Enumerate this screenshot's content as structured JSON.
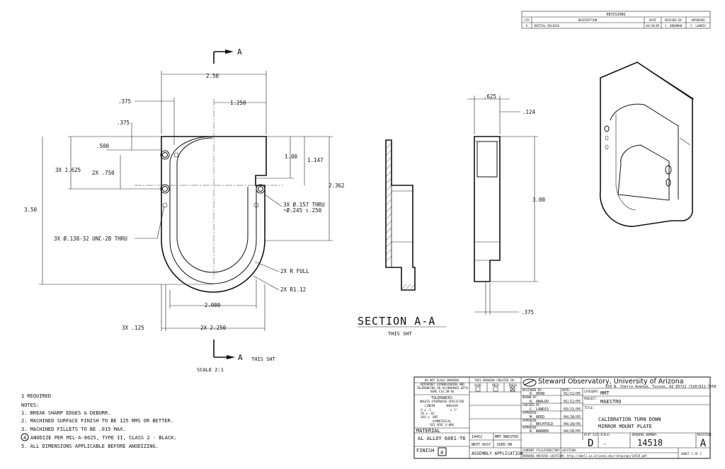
{
  "revisions": {
    "title": "REVISIONS",
    "headers": [
      "LTR",
      "DESCRIPTION",
      "DATE",
      "REVISED BY",
      "APPROVED"
    ],
    "rows": [
      [
        "A",
        "INITIAL RELEASE",
        "04/28/05",
        "J. BRENNAN",
        "C. LANDIS"
      ]
    ]
  },
  "views": {
    "section_marker": "A",
    "section_title": "SECTION A-A",
    "section_sub": "THIS SHT",
    "bottom_marker": "A",
    "bottom_marker_sub": "THIS SHT",
    "scale": "SCALE 2:1"
  },
  "dims": {
    "d250": "2.50",
    "d375a": ".375",
    "d1250": "1.250",
    "d375b": ".375",
    "d500": ".500",
    "d1625": "3X 1.625",
    "d750": "2X .750",
    "d100": "1.00",
    "d1147": "1.147",
    "d2362": "2.362",
    "d350": "3.50",
    "hole157": "3X Ø.157 THRU",
    "hole245": "⌔Ø.245 ↧.250",
    "thread": "3X Ø.138-32 UNC-2B THRU",
    "rfull": "2X R FULL",
    "r112": "2X R1.12",
    "d2000": "2.000",
    "d125": "3X .125",
    "d2250": "2X 2.250",
    "d625": ".625",
    "d124": ".124",
    "d300": "3.00",
    "d375c": ".375"
  },
  "notes": {
    "required": "1 REQUIRED",
    "header": "NOTES:",
    "items": [
      "1. BREAK SHARP EDGES & DEBURR.",
      "2. MACHINED SURFACE FINISH TO BE 125 RMS OR BETTER.",
      "3. MACHINED FILLETS TO BE .015 MAX.",
      "ANODIZE PER MIL-A-8625, TYPE II, CLASS 2 - BLACK.",
      "5. ALL DIMENSIONS APPLICABLE BEFORE ANODIZING."
    ],
    "flag": "4"
  },
  "title_block": {
    "org": "Steward Observatory, University of Arizona",
    "address": "933 N. Cherry Avenue, Tucson, AZ  85721  (520)621-7658",
    "do_not_scale": "DO NOT SCALE DRAWING",
    "interpret": "INTERPRET DIMENSIONING AND TOLERANCING IN ACCORDANCE WITH ASME Y14.5M-94",
    "tolerances": "TOLERANCES",
    "unless": "UNLESS OTHERWISE SPECIFIED",
    "linear": "LINEAR",
    "angular": "ANGULAR",
    "tol_x": ".X  ± .1",
    "tol_xx": ".XX ± .02",
    "tol_xxx": ".XXX ± .005",
    "tol_ang": "± 1°",
    "symmetrical": "SYMMETRICAL",
    "sei": "SEI SPEC X-000",
    "created_in": "THIS DRAWING CREATED IN:",
    "cad": [
      "ACAD",
      "MECH",
      "IDEAS"
    ],
    "material_label": "MATERIAL",
    "material": "AL ALLOY 6061-T6",
    "finish_label": "FINISH",
    "finish_flag": "4",
    "part_no": "14452",
    "next_assy_value": "MMT MAESTRO",
    "next_assy": "NEXT ASSY",
    "used_on": "USED ON",
    "assembly": "ASSEMBLY APPLICATION",
    "sign": [
      {
        "role": "DESIGNED BY:",
        "name": "D. DEAN",
        "date": "01/12/05"
      },
      {
        "role": "DRAWN BY:",
        "name": "R. ABALDO",
        "date": "01/12/05"
      },
      {
        "role": "CHECKED BY:",
        "name": "C. LANDIS",
        "date": "03/21/05"
      },
      {
        "role": "APPROVED:",
        "name": "M. REED",
        "date": "04/28/05"
      },
      {
        "role": "APPROVED:",
        "name": "J. BECHTOLD",
        "date": "04/28/05"
      },
      {
        "role": "APPROVED:",
        "name": "R. WARNER",
        "date": "04/28/05"
      }
    ],
    "date_label": "DATE:",
    "category_label": "CATEGORY:",
    "category": "MMT",
    "project_label": "PROJECT:",
    "project": "MAESTRO",
    "title_label": "TITLE:",
    "title1": "CALIBRATION TURN DOWN",
    "title2": "MIRROR MOUNT PLATE",
    "plot_size_label": "PLOT SIZE",
    "scale_label": "SCALE:",
    "plot_size": "D",
    "scale": "-",
    "drawing_number_label": "DRAWING NUMBER:",
    "drawing_number": "14518",
    "revision_label": "REVISION:",
    "revision": "A",
    "sheet": "SHEET 1 OF 1",
    "current_file": "CURRENT FILE/DIRECTORY LOCATION:",
    "archive": "DRAWING ARCHIVE LOCATION: http://abell.as.arizona.edu/~drawings/14518.pdf"
  }
}
